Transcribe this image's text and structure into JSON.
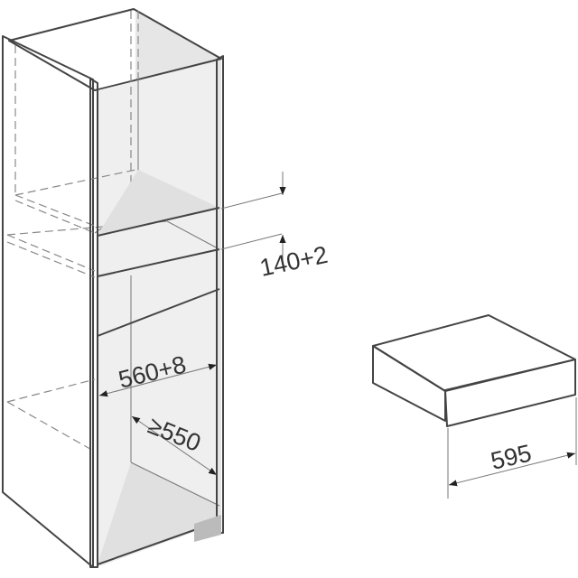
{
  "dimensions": {
    "niche_height": "140+2",
    "niche_width": "560+8",
    "niche_depth": "≥550",
    "appliance_width": "595"
  },
  "colors": {
    "panel": "#dcdcdc",
    "panel_light": "#ececec",
    "edge": "#444444",
    "dim_line": "#777777"
  }
}
